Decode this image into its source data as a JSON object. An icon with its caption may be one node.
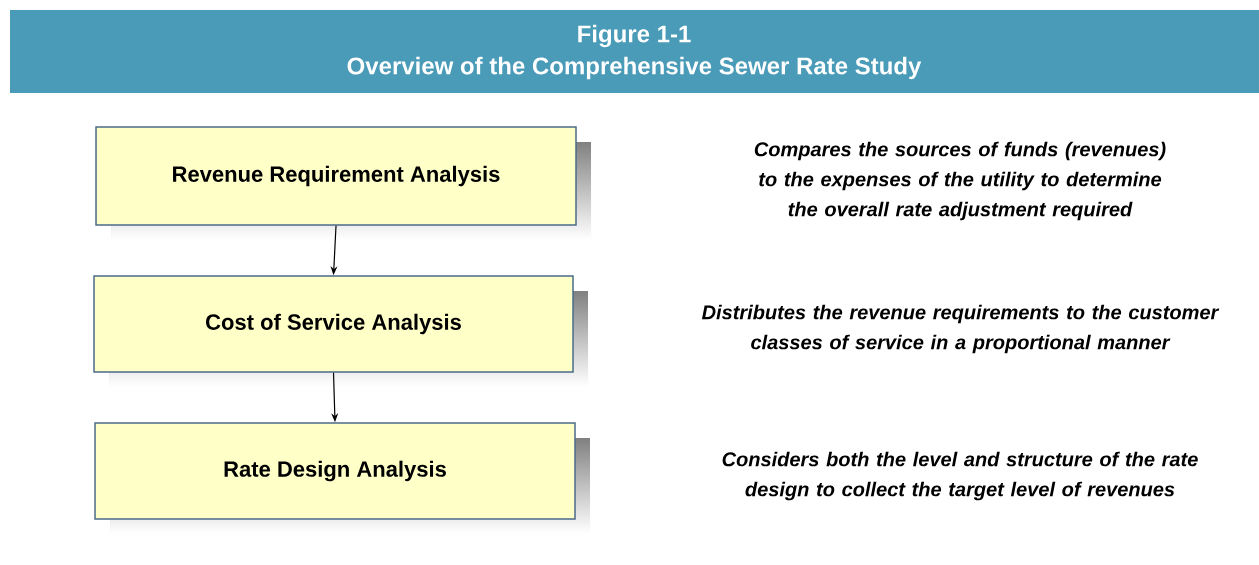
{
  "diagram": {
    "title": "Overview of the Comprehensive Sewer Rate Study",
    "nodes": [
      {
        "text": [
          "Revenue Requirement Analysis"
        ]
      },
      {
        "text": [
          "Cost of Service Analysis"
        ]
      },
      {
        "text": [
          "Rate Design Analysis"
        ]
      }
    ],
    "edges": [
      {
        "from": 0,
        "to": 1,
        "arrow": "to"
      },
      {
        "from": 1,
        "to": 2,
        "arrow": "to"
      }
    ],
    "labels": [
      "Figure 1-1",
      "Compares the sources of funds (revenues) to the expenses of the utility to determine the overall rate adjustment required",
      "Distributes the revenue requirements to the customer classes of service in a proportional manner",
      "Considers both the level and structure of the rate design to collect the target level of revenues"
    ]
  }
}
